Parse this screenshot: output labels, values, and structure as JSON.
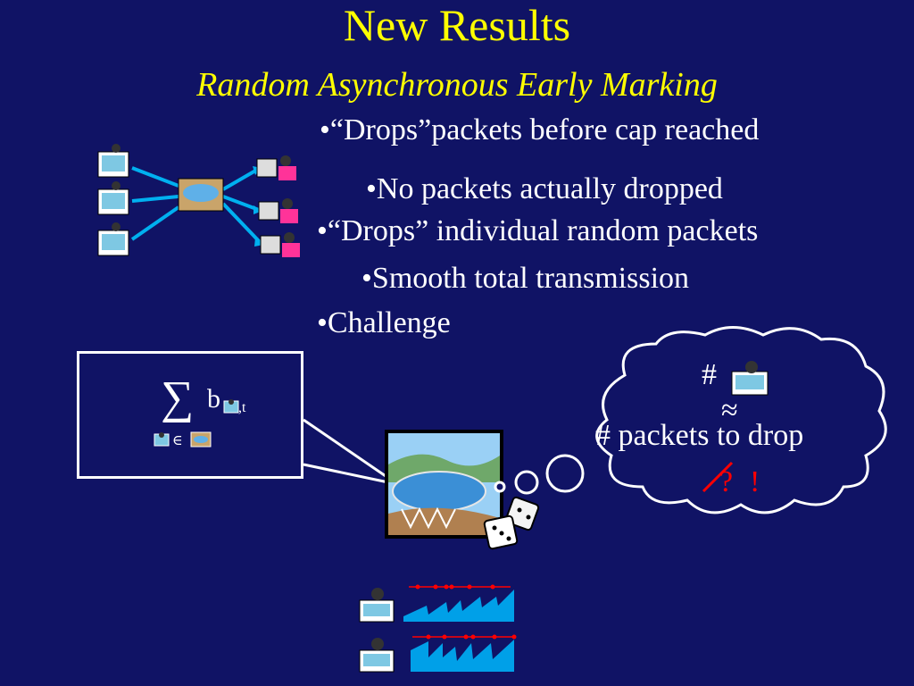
{
  "slide": {
    "title": "New Results",
    "subtitle": "Random Asynchronous Early Marking",
    "title_color": "#ffff00",
    "background_color": "#101365"
  },
  "bullets": [
    {
      "text": "•“Drops”packets before cap reached",
      "level": 1
    },
    {
      "text": "•No packets actually dropped",
      "level": 2
    },
    {
      "text": "•“Drops” individual random packets",
      "level": 1
    },
    {
      "text": "•Smooth total transmission",
      "level": 2
    },
    {
      "text": "•Challenge",
      "level": 1
    }
  ],
  "formula": {
    "sum_symbol": "∑",
    "variable": "b",
    "subscript": ",t",
    "element_of": "∈"
  },
  "thought": {
    "hash": "#",
    "approx": "≈",
    "packets_to_drop": "# packets to drop",
    "question": "?",
    "exclaim": "!",
    "accent_color": "#ff0000"
  },
  "icons": [
    "sender-person-icon",
    "receiver-person-icon",
    "reservoir-icon",
    "dice-icon",
    "sawtooth-graph-icon"
  ]
}
